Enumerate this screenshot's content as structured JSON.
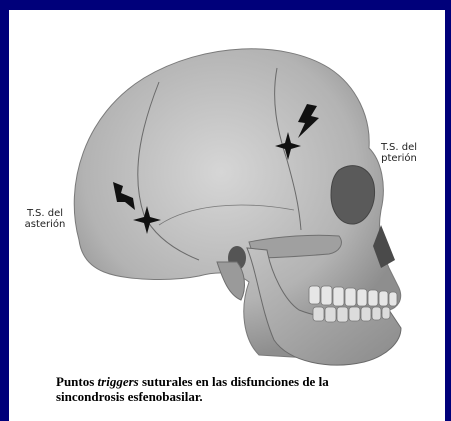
{
  "colors": {
    "frame": "#00007a",
    "background": "#ffffff",
    "bone": "#b9b9b9",
    "marker": "#111111"
  },
  "labels": {
    "pterion_line1": "T.S. del",
    "pterion_line2": "pterión",
    "asterion_line1": "T.S. del",
    "asterion_line2": "asterión"
  },
  "caption": {
    "part1": "Puntos ",
    "italic": "triggers",
    "part2": " suturales en las disfunciones de la",
    "line2": "sincondrosis esfenobasilar."
  },
  "icons": {
    "trigger_marker": "lightning-bolt-icon",
    "point_marker": "four-point-star-icon"
  }
}
